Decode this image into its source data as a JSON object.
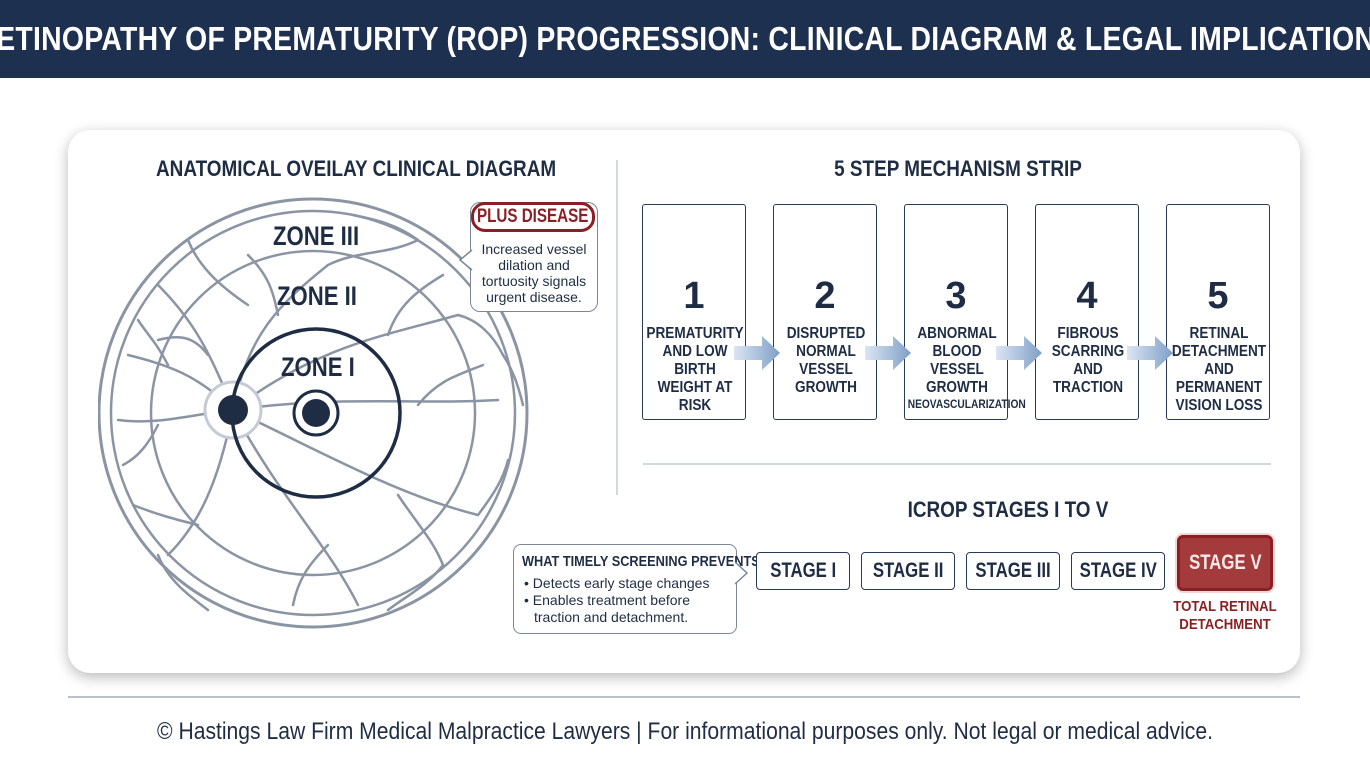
{
  "title": "RETINOPATHY OF PREMATURITY (ROP) PROGRESSION: CLINICAL DIAGRAM & LEGAL IMPLICATIONS",
  "left_panel": {
    "heading": "ANATOMICAL OVEILAY CLINICAL DIAGRAM",
    "zones": [
      "ZONE III",
      "ZONE II",
      "ZONE I"
    ],
    "plus_disease": {
      "label": "PLUS DISEASE",
      "text": "Increased vessel dilation and tortuosity signals urgent disease."
    }
  },
  "mechanism": {
    "heading": "5 STEP MECHANISM STRIP",
    "steps": [
      {
        "num": "1",
        "text": "PREMATURITY AND LOW BIRTH WEIGHT AT RISK",
        "sub": ""
      },
      {
        "num": "2",
        "text": "DISRUPTED NORMAL VESSEL GROWTH",
        "sub": ""
      },
      {
        "num": "3",
        "text": "ABNORMAL BLOOD VESSEL GROWTH",
        "sub": "NEOVASCULARIZATION"
      },
      {
        "num": "4",
        "text": "FIBROUS SCARRING AND TRACTION",
        "sub": ""
      },
      {
        "num": "5",
        "text": "RETINAL DETACHMENT AND PERMANENT VISION LOSS",
        "sub": ""
      }
    ]
  },
  "stages": {
    "heading": "ICROP STAGES I TO V",
    "items": [
      "STAGE I",
      "STAGE II",
      "STAGE III",
      "STAGE IV",
      "STAGE V"
    ],
    "stage5_caption": "TOTAL RETINAL DETACHMENT"
  },
  "screening": {
    "title": "WHAT TIMELY SCREENING PREVENTS",
    "bullets": [
      "Detects early stage changes",
      "Enables treatment before traction and detachment."
    ]
  },
  "footer": "© Hastings Law Firm Medical Malpractice Lawyers | For informational purposes only. Not legal or medical advice.",
  "colors": {
    "navy": "#1e3050",
    "accent_red": "#8b2024",
    "arrow_blue": "#7f9fc8",
    "vessel_gray": "#8a94a3"
  }
}
